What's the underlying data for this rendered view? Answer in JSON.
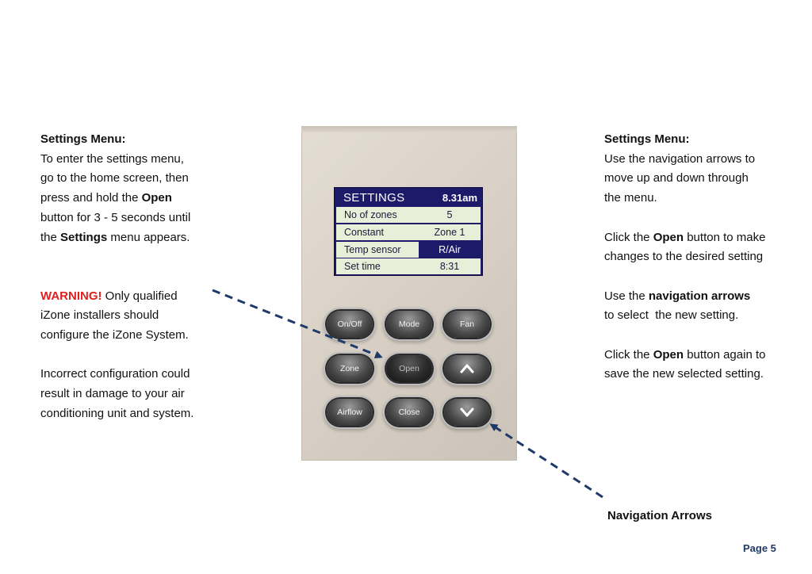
{
  "left": {
    "heading": "Settings Menu:",
    "intro": "To enter the settings menu, go to the home screen, then press and hold the",
    "open_word": "Open",
    "intro_cont": "button for 3 - 5 seconds until the",
    "settings_word": "Settings",
    "intro_end": "menu appears.",
    "warning_word": "WARNING!",
    "warning_text": "Only qualified iZone installers should configure the iZone System.",
    "incorrect_text": "Incorrect configuration could result in damage to your air conditioning unit and system."
  },
  "right": {
    "heading": "Settings Menu:",
    "nav_text": "Use the navigation arrows to move up and down through the menu.",
    "click_1": "Click the",
    "open_word_1": "Open",
    "click_1_end": "button to make changes to the desired setting",
    "use_the": "Use the",
    "nav_arrows_word": "navigation arrows",
    "use_end": "to select  the new setting.",
    "click_2": "Click the",
    "open_word_2": "Open",
    "click_2_end": "button again to save the new selected setting."
  },
  "lcd": {
    "title": "SETTINGS",
    "time": "8.31am",
    "rows": [
      {
        "label": "No of zones",
        "value": "5"
      },
      {
        "label": "Constant",
        "value": "Zone 1"
      },
      {
        "label": "Temp sensor",
        "value": "R/Air"
      },
      {
        "label": "Set time",
        "value": "8:31"
      }
    ]
  },
  "buttons": {
    "onoff": "On/Off",
    "mode": "Mode",
    "fan": "Fan",
    "zone": "Zone",
    "open": "Open",
    "airflow": "Airflow",
    "close": "Close",
    "up_icon": "chevron-up-icon",
    "down_icon": "chevron-down-icon"
  },
  "nav_label": "Navigation Arrows",
  "page": "Page 5",
  "colors": {
    "warning": "#e02020",
    "arrow": "#1f3a68",
    "lcd": "#1e1a6a"
  }
}
